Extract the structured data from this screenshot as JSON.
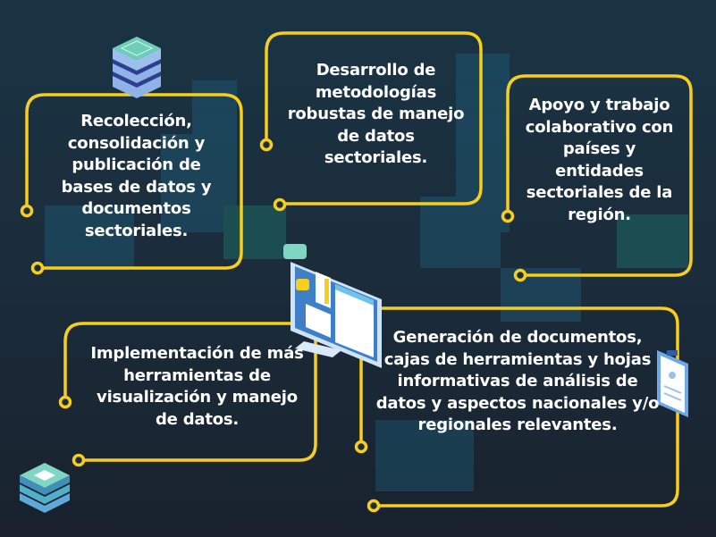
{
  "boxes": [
    {
      "text": "Recolección, consolidación y publicación de bases de datos y documentos sectoriales."
    },
    {
      "text": "Desarrollo de metodologías robustas de manejo de datos sectoriales."
    },
    {
      "text": "Apoyo y trabajo colaborativo con países y entidades sectoriales de la región."
    },
    {
      "text": "Implementación de más herramientas de visualización y manejo de datos."
    },
    {
      "text": "Generación de documentos, cajas de herramientas y hojas informativas de análisis de datos y aspectos nacionales y/o regionales relevantes."
    }
  ],
  "colors": {
    "frame": "#f7cf1b",
    "background": "#1b2c3b",
    "text": "#ffffff"
  },
  "icons": [
    "database-stack-icon",
    "computer-monitor-icon",
    "clipboard-icon",
    "layers-stack-icon"
  ]
}
